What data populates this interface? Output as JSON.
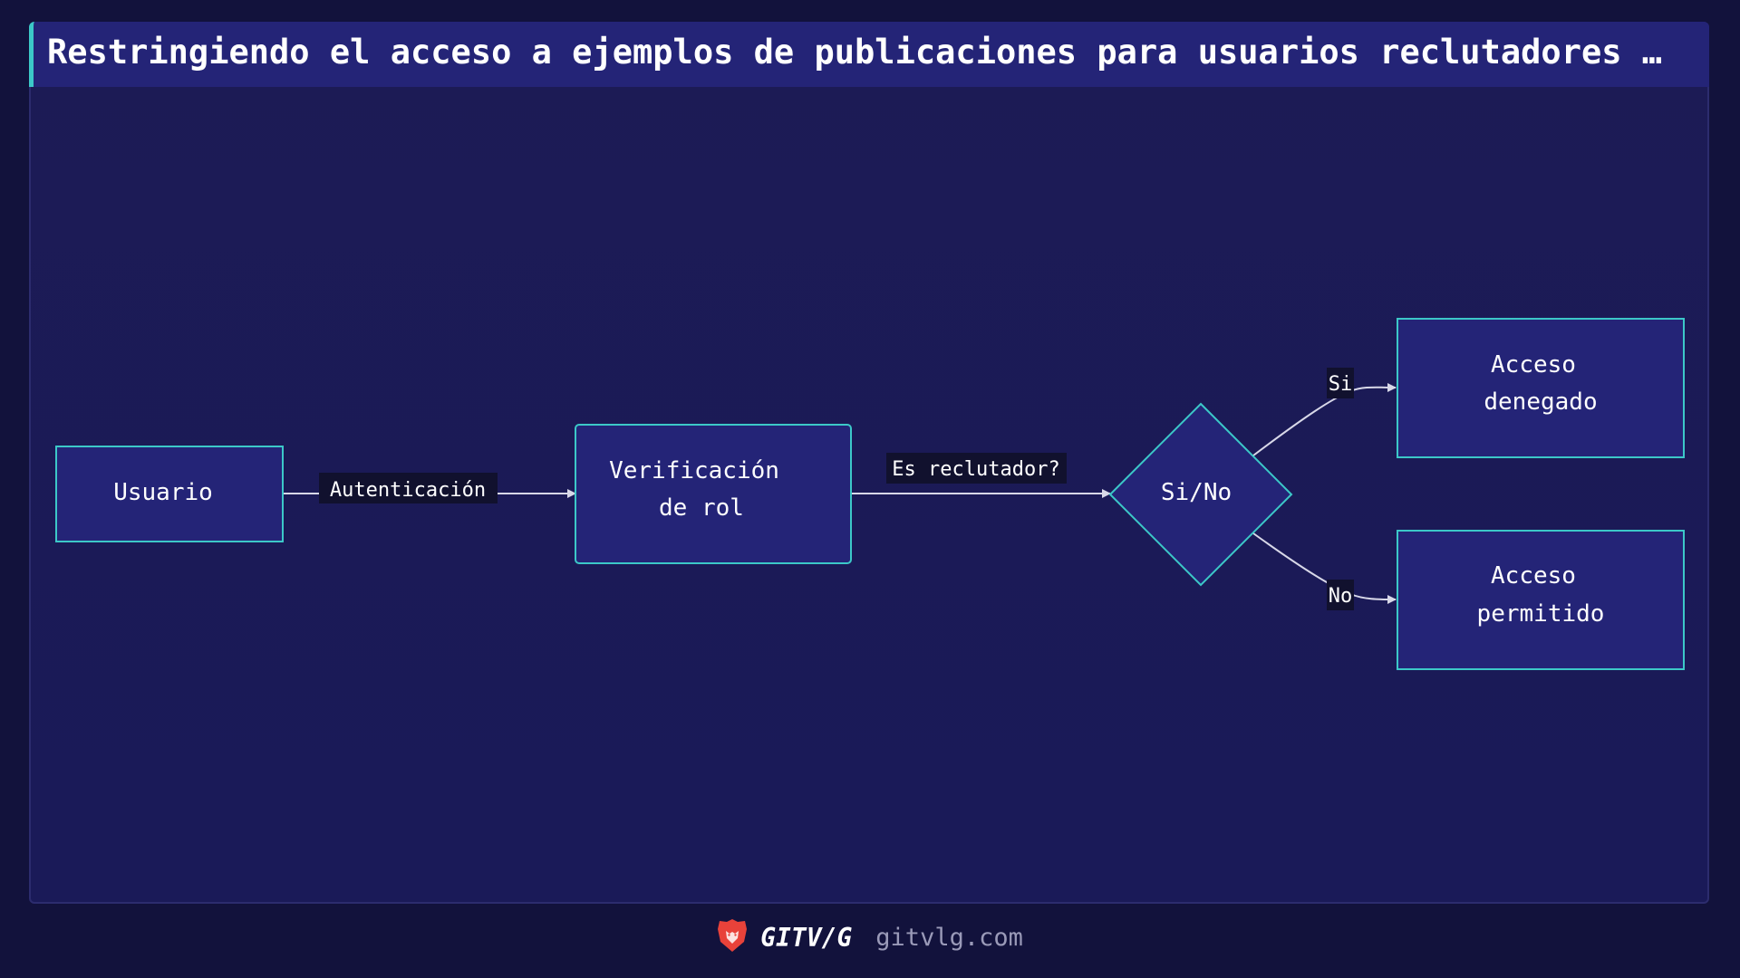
{
  "title": "Restringiendo el acceso a ejemplos de publicaciones para usuarios reclutadores …",
  "colors": {
    "background": "#12123c",
    "node_fill": "#242477",
    "node_border": "#3cc8c8",
    "edge": "#d8d8e8",
    "label_bg": "#11112e"
  },
  "nodes": {
    "usuario": "Usuario",
    "verificacion_line1": "Verificación",
    "verificacion_line2": "de rol",
    "decision": "Si/No",
    "denegado_line1": "Acceso",
    "denegado_line2": "denegado",
    "permitido_line1": "Acceso",
    "permitido_line2": "permitido"
  },
  "edges": {
    "autenticacion": "Autenticación",
    "es_reclutador": "Es reclutador?",
    "si": "Si",
    "no": "No"
  },
  "footer": {
    "logo_icon": "lion-shield-icon",
    "brand": "GITV/G",
    "url": "gitvlg.com"
  }
}
